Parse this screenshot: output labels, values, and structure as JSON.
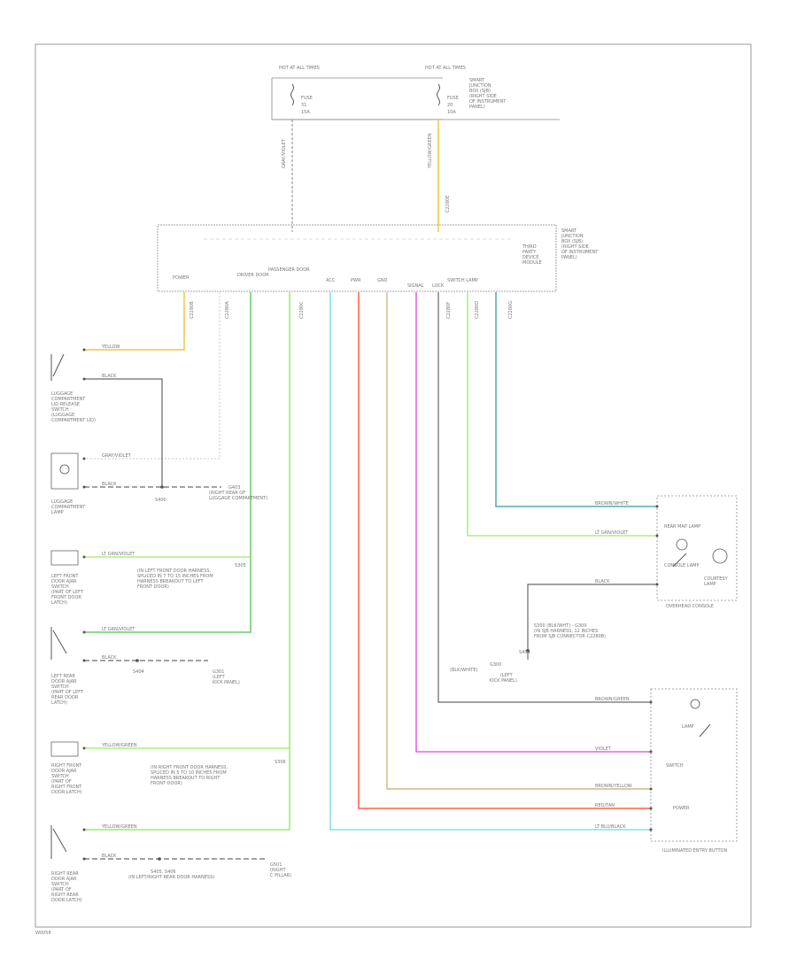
{
  "footer": {
    "code": "W0058"
  },
  "colors": {
    "wire_yellow": "#f2c744",
    "wire_green": "#66cc66",
    "wire_lightgreen": "#99ee66",
    "wire_teal": "#2e9e98",
    "wire_cyan": "#66e0d8",
    "wire_red": "#ff4422",
    "wire_tan": "#c8aa66",
    "wire_violet": "#dd44dd",
    "wire_gray": "#bbbbbb",
    "wire_black": "#444444"
  },
  "top_fuses": {
    "left": {
      "header": "HOT AT ALL TIMES",
      "lines": [
        "FUSE",
        "31",
        "15A"
      ]
    },
    "right": {
      "header": "HOT AT ALL TIMES",
      "lines": [
        "FUSE",
        "20",
        "10A"
      ],
      "side": [
        "SMART",
        "JUNCTION",
        "BOX (SJB)",
        "(RIGHT SIDE",
        "OF INSTRUMENT",
        "PANEL)"
      ]
    },
    "wire_left": "GRAY/VIOLET",
    "wire_right": "YELLOW/GREEN",
    "connector_right": "C2280E"
  },
  "module": {
    "name_lines": [
      "SMART",
      "JUNCTION",
      "BOX (SJB)",
      "(RIGHT SIDE",
      "OF INSTRUMENT",
      "PANEL)"
    ],
    "inner_lines": [
      "THIRD",
      "PARTY",
      "DEVICE",
      "MODULE"
    ],
    "pins": [
      "POWER",
      "DRIVER DOOR",
      "PASSENGER DOOR",
      "ACC",
      "PWR",
      "GND",
      "SIGNAL",
      "LOCK",
      "SWITCH LAMP"
    ],
    "connectors": [
      "C2280B",
      "C2280A",
      "C2280C",
      "C2280F",
      "C2280D",
      "C2280G"
    ]
  },
  "left_components": {
    "luggage_switch": {
      "name": [
        "LUGGAGE",
        "COMPARTMENT",
        "LID RELEASE",
        "SWITCH",
        "(LUGGAGE",
        "COMPARTMENT LID)"
      ],
      "wire_top": "YELLOW",
      "wire_bottom": "BLACK"
    },
    "luggage_lamp": {
      "name": [
        "LUGGAGE",
        "COMPARTMENT",
        "LAMP"
      ],
      "wire_top": "GRAY/VIOLET",
      "wire_bottom": "BLACK",
      "splice": "S400",
      "ground": [
        "G403",
        "(RIGHT REAR OF",
        "LUGGAGE COMPARTMENT)"
      ]
    },
    "lf_door": {
      "name": [
        "LEFT FRONT",
        "DOOR AJAR",
        "SWITCH",
        "(PART OF LEFT",
        "FRONT DOOR",
        "LATCH)"
      ],
      "wire": "LT GRN/VIOLET",
      "note": [
        "S305",
        "(IN LEFT FRONT DOOR HARNESS,",
        "SPLICED IN 7 TO 15 INCHES FROM",
        "HARNESS BREAKOUT TO LEFT",
        "FRONT DOOR)"
      ]
    },
    "lr_door": {
      "name": [
        "LEFT REAR",
        "DOOR AJAR",
        "SWITCH",
        "(PART OF LEFT",
        "REAR DOOR",
        "LATCH)"
      ],
      "wire_top": "LT GRN/VIOLET",
      "wire_bottom": "BLACK",
      "splice": "S404",
      "ground": [
        "G301",
        "(LEFT",
        "KICK PANEL)"
      ]
    },
    "rf_door": {
      "name": [
        "RIGHT FRONT",
        "DOOR AJAR",
        "SWITCH",
        "(PART OF",
        "RIGHT FRONT",
        "DOOR LATCH)"
      ],
      "wire": "YELLOW/GREEN",
      "note": [
        "S306",
        "(IN RIGHT FRONT DOOR HARNESS,",
        "SPLICED IN 5 TO 10 INCHES FROM",
        "HARNESS BREAKOUT TO RIGHT",
        "FRONT DOOR)"
      ]
    },
    "rr_door": {
      "name": [
        "RIGHT REAR",
        "DOOR AJAR",
        "SWITCH",
        "(PART OF",
        "RIGHT REAR",
        "DOOR LATCH)"
      ],
      "wire_top": "YELLOW/GREEN",
      "wire_bottom": "BLACK",
      "splice": [
        "S405, S406",
        "(IN LEFT/RIGHT REAR DOOR HARNESS)"
      ],
      "ground": [
        "G501",
        "(RIGHT",
        "C PILLAR)"
      ]
    }
  },
  "right_components": {
    "overhead": {
      "name": "OVERHEAD CONSOLE",
      "inner": [
        "REAR MAP LAMP",
        "COURTESY",
        "LAMP",
        "CONSOLE LAMP"
      ],
      "wires": [
        "BROWN/WHITE",
        "LT GRN/VIOLET",
        "BLACK"
      ]
    },
    "illuminated": {
      "name": "ILLUMINATED ENTRY BUTTON",
      "inner": [
        "LAMP",
        "SWITCH",
        "POWER"
      ],
      "wires": [
        "BROWN/GREEN",
        "VIOLET",
        "BROWN/YELLOW",
        "RED/TAN",
        "LT BLU/BLACK"
      ]
    },
    "splice": {
      "id": "S404",
      "notes": [
        "S300 (BLK/WHT) - G300",
        "(IN SJB HARNESS, 12 INCHES",
        "FROM SJB CONNECTOR C2280B)"
      ],
      "ground": [
        "G300",
        "(BLK/WHITE)",
        "(LEFT",
        "KICK PANEL)"
      ]
    }
  }
}
